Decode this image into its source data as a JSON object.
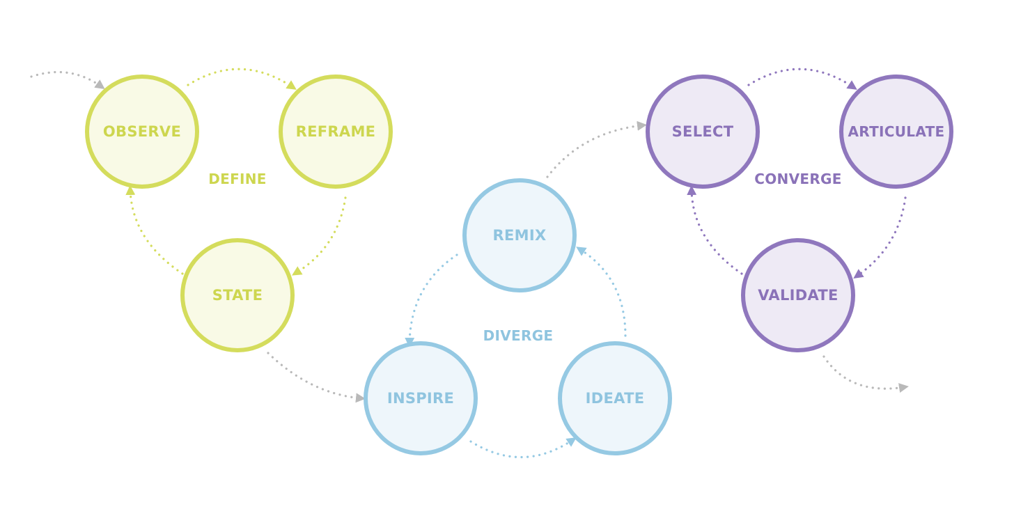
{
  "colors": {
    "define_stroke": "#d4dc5c",
    "define_fill": "#f9fae6",
    "define_text": "#cdd64f",
    "diverge_stroke": "#95c9e3",
    "diverge_fill": "#eef6fb",
    "diverge_text": "#8fc4df",
    "converge_stroke": "#8f77bd",
    "converge_fill": "#eeeaf5",
    "converge_text": "#8a72b8",
    "neutral_arrow": "#b9b9b9"
  },
  "groups": {
    "define": {
      "label": "DEFINE",
      "nodes": {
        "observe": "OBSERVE",
        "reframe": "REFRAME",
        "state": "STATE"
      }
    },
    "diverge": {
      "label": "DIVERGE",
      "nodes": {
        "remix": "REMIX",
        "inspire": "INSPIRE",
        "ideate": "IDEATE"
      }
    },
    "converge": {
      "label": "CONVERGE",
      "nodes": {
        "select": "SELECT",
        "articulate": "ARTICULATE",
        "validate": "VALIDATE"
      }
    }
  }
}
